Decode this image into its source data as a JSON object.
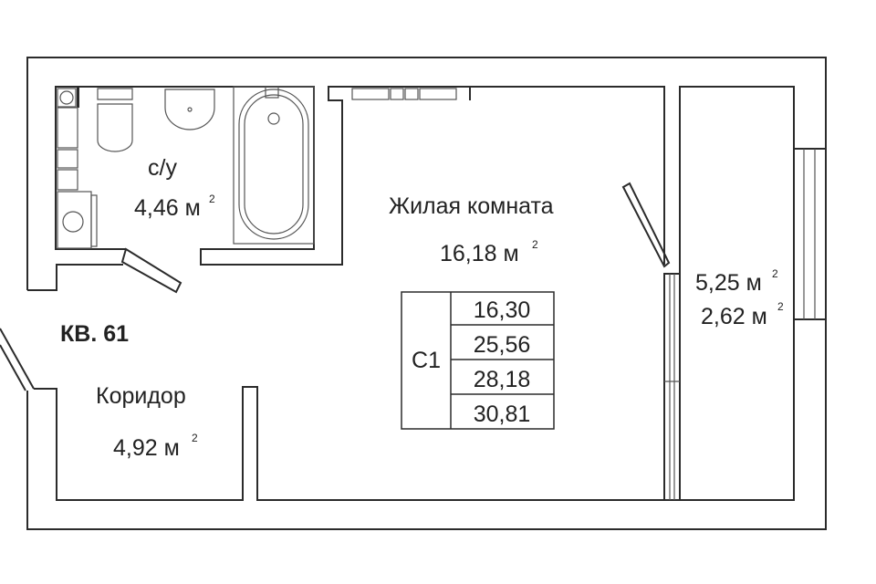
{
  "apartment": {
    "label": "КВ. 61"
  },
  "rooms": {
    "bathroom": {
      "name": "с/у",
      "area": "4,46 м",
      "unit_sup": "2"
    },
    "living": {
      "name": "Жилая комната",
      "area": "16,18 м",
      "unit_sup": "2"
    },
    "corridor": {
      "name": "Коридор",
      "area": "4,92 м",
      "unit_sup": "2"
    },
    "balcony": {
      "area_full": "5,25 м",
      "area_reduced": "2,62 м",
      "unit_sup": "2"
    }
  },
  "area_table": {
    "type_label": "С1",
    "values": [
      "16,30",
      "25,56",
      "28,18",
      "30,81"
    ]
  }
}
